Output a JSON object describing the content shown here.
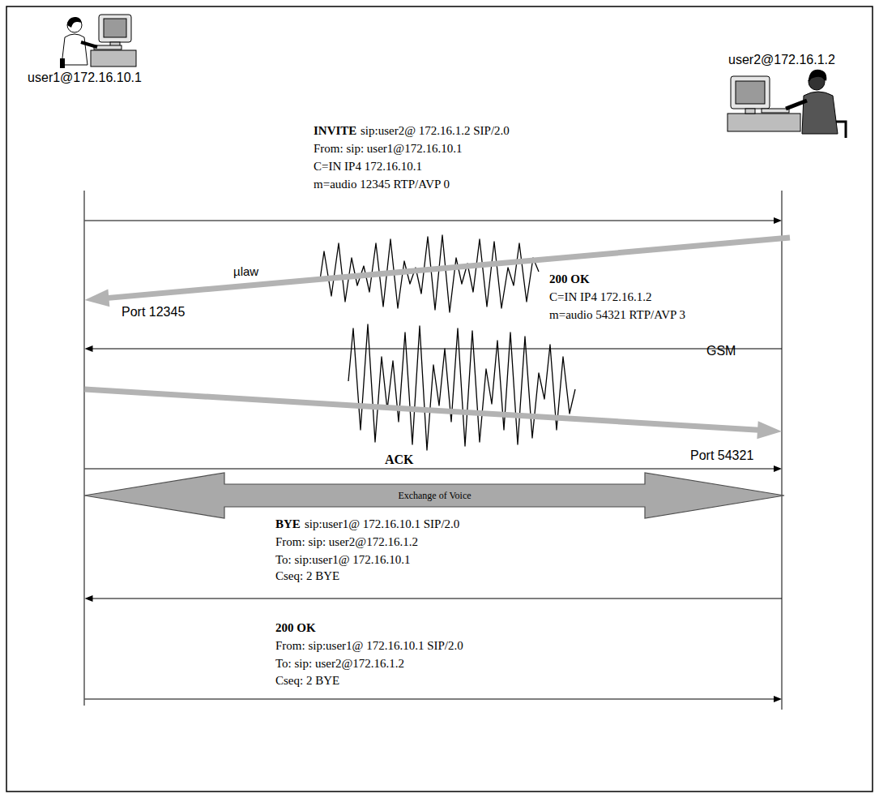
{
  "diagram": {
    "nodes": [
      {
        "text": [
          "user1@172.16.10.1"
        ]
      },
      {
        "text": [
          "user2@172.16.1.2"
        ]
      },
      {
        "text": [
          "Exchange of Voice"
        ]
      }
    ],
    "edges": [
      {
        "from": 0,
        "to": 1,
        "arrow": "to"
      },
      {
        "from": 1,
        "to": 0,
        "arrow": "to"
      },
      {
        "from": 1,
        "to": 0,
        "arrow": "to"
      },
      {
        "from": 0,
        "to": 1,
        "arrow": "to"
      },
      {
        "from": 0,
        "to": 1,
        "arrow": "to"
      },
      {
        "from": 1,
        "to": 0,
        "arrow": "to"
      },
      {
        "from": 0,
        "to": 1,
        "arrow": "to"
      }
    ],
    "labels": [
      "INVITE",
      "sip:user2@ 172.16.1.2 SIP/2.0",
      "From: sip: user1@172.16.10.1",
      "C=IN IP4 172.16.10.1",
      "m=audio 12345 RTP/AVP 0",
      "µlaw",
      "Port 12345",
      "200 OK",
      "C=IN IP4 172.16.1.2",
      "m=audio 54321 RTP/AVP 3",
      "GSM",
      "Port 54321",
      "ACK",
      "BYE",
      "sip:user1@ 172.16.10.1 SIP/2.0",
      "From: sip: user2@172.16.1.2",
      "To: sip:user1@ 172.16.10.1",
      "Cseq: 2 BYE",
      "200 OK",
      "From: sip:user1@ 172.16.10.1 SIP/2.0",
      "To: sip: user2@172.16.1.2",
      "Cseq: 2 BYE"
    ]
  }
}
